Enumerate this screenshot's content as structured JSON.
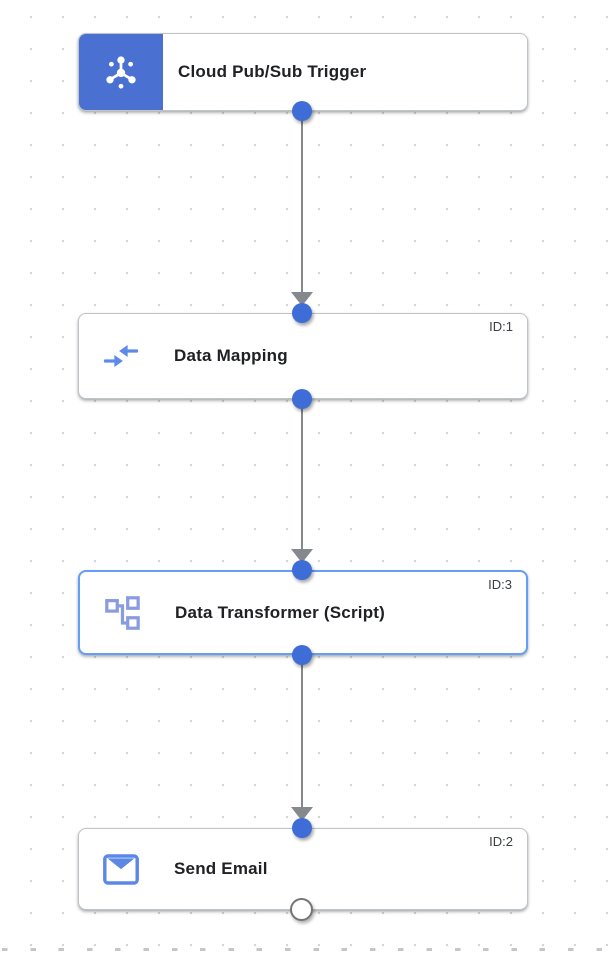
{
  "canvas": {
    "grid_dot_color": "#d4d4d4",
    "bottom_dash_color": "#c6c6c6"
  },
  "colors": {
    "trigger_block_blue": "#4a70d1",
    "port_blue": "#3f6dd8",
    "selected_border_blue": "#669df6",
    "node_border_gray": "#c0c3c7",
    "arrow_gray": "#85898d",
    "title_text": "#202124",
    "id_text": "#3c4043",
    "mapping_icon_blue": "#5e8be8",
    "transformer_icon_blue": "#8a9ce0",
    "email_icon_blue": "#5b87e5",
    "port_white_border": "#757575",
    "grid_dot_color": "#d4d4d4",
    "bottom_dash_color": "#c6c6c6"
  },
  "nodes": [
    {
      "title": "Cloud Pub/Sub Trigger",
      "id_label": "",
      "icon": "cloud-pubsub-icon",
      "type": "trigger"
    },
    {
      "title": "Data Mapping",
      "id_label": "ID:1",
      "icon": "data-mapping-icon",
      "type": "task"
    },
    {
      "title": "Data Transformer (Script)",
      "id_label": "ID:3",
      "icon": "data-transformer-icon",
      "type": "task",
      "selected": true
    },
    {
      "title": "Send Email",
      "id_label": "ID:2",
      "icon": "send-email-icon",
      "type": "task"
    }
  ]
}
